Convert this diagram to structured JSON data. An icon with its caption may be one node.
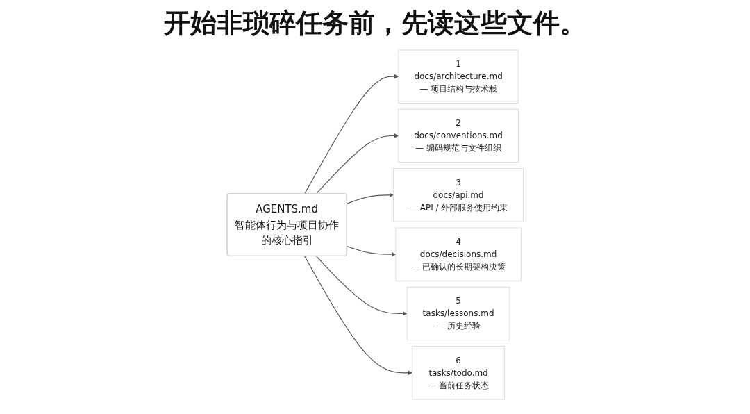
{
  "diagram": {
    "title": "开始非琐碎任务前，先读这些文件。",
    "nodes": [
      {
        "text": [
          "AGENTS.md",
          "智能体行为与项目协作的核心指引"
        ]
      },
      {
        "text": [
          "1",
          "docs/architecture.md",
          "— 项目结构与技术栈"
        ]
      },
      {
        "text": [
          "2",
          "docs/conventions.md",
          "— 编码规范与文件组织"
        ]
      },
      {
        "text": [
          "3",
          "docs/api.md",
          "— API / 外部服务使用约束"
        ]
      },
      {
        "text": [
          "4",
          "docs/decisions.md",
          "— 已确认的长期架构决策"
        ]
      },
      {
        "text": [
          "5",
          "tasks/lessons.md",
          "— 历史经验"
        ]
      },
      {
        "text": [
          "6",
          "tasks/todo.md",
          "— 当前任务状态"
        ]
      }
    ],
    "edges": [
      {
        "from": 0,
        "to": 1,
        "arrow": "to"
      },
      {
        "from": 0,
        "to": 2,
        "arrow": "to"
      },
      {
        "from": 0,
        "to": 3,
        "arrow": "to"
      },
      {
        "from": 0,
        "to": 4,
        "arrow": "to"
      },
      {
        "from": 0,
        "to": 5,
        "arrow": "to"
      },
      {
        "from": 0,
        "to": 6,
        "arrow": "to"
      }
    ]
  }
}
